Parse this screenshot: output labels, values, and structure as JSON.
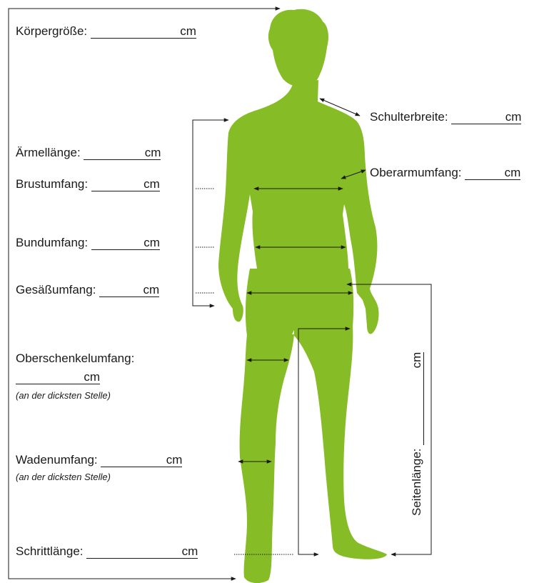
{
  "colors": {
    "figure": "#86bc25",
    "line": "#1a1a1a"
  },
  "unit": "cm",
  "measurements": {
    "koerpergroesse": {
      "label": "Körpergröße:"
    },
    "schulterbreite": {
      "label": "Schulterbreite:"
    },
    "aermellaenge": {
      "label": "Ärmellänge:"
    },
    "oberarmumfang": {
      "label": "Oberarmumfang:"
    },
    "brustumfang": {
      "label": "Brustumfang:"
    },
    "bundumfang": {
      "label": "Bundumfang:"
    },
    "gesaessumfang": {
      "label": "Gesäßumfang:"
    },
    "oberschenkelumfang": {
      "label": "Oberschenkelumfang:",
      "note": "(an der dicksten Stelle)"
    },
    "wadenumfang": {
      "label": "Wadenumfang:",
      "note": "(an der dicksten Stelle)"
    },
    "schrittlaenge": {
      "label": "Schrittlänge:"
    },
    "seitenlaenge": {
      "label": "Seitenlänge:"
    }
  }
}
